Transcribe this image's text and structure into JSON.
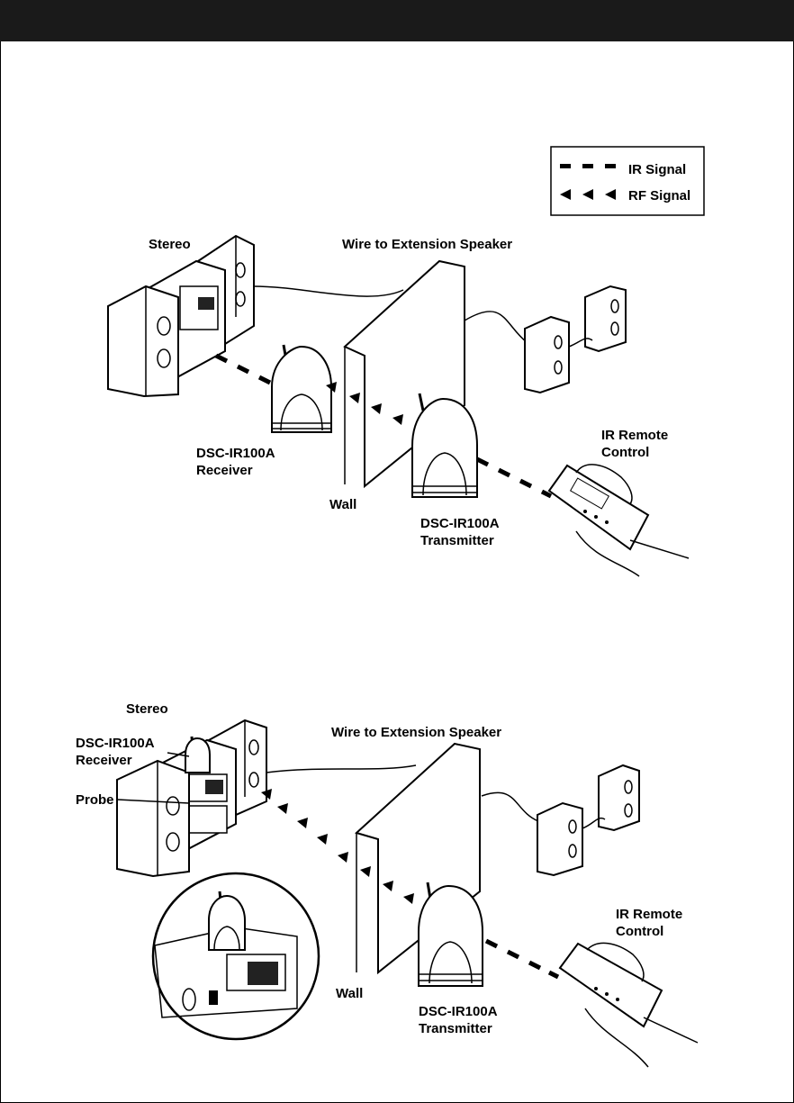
{
  "legend": {
    "ir": "IR Signal",
    "rf": "RF Signal"
  },
  "diagram1": {
    "stereo": "Stereo",
    "wire": "Wire to Extension Speaker",
    "receiver_line1": "DSC-IR100A",
    "receiver_line2": "Receiver",
    "wall": "Wall",
    "transmitter_line1": "DSC-IR100A",
    "transmitter_line2": "Transmitter",
    "remote_line1": "IR Remote",
    "remote_line2": "Control"
  },
  "diagram2": {
    "stereo": "Stereo",
    "wire": "Wire to Extension Speaker",
    "receiver_line1": "DSC-IR100A",
    "receiver_line2": "Receiver",
    "probe": "Probe",
    "wall": "Wall",
    "transmitter_line1": "DSC-IR100A",
    "transmitter_line2": "Transmitter",
    "remote_line1": "IR Remote",
    "remote_line2": "Control"
  }
}
